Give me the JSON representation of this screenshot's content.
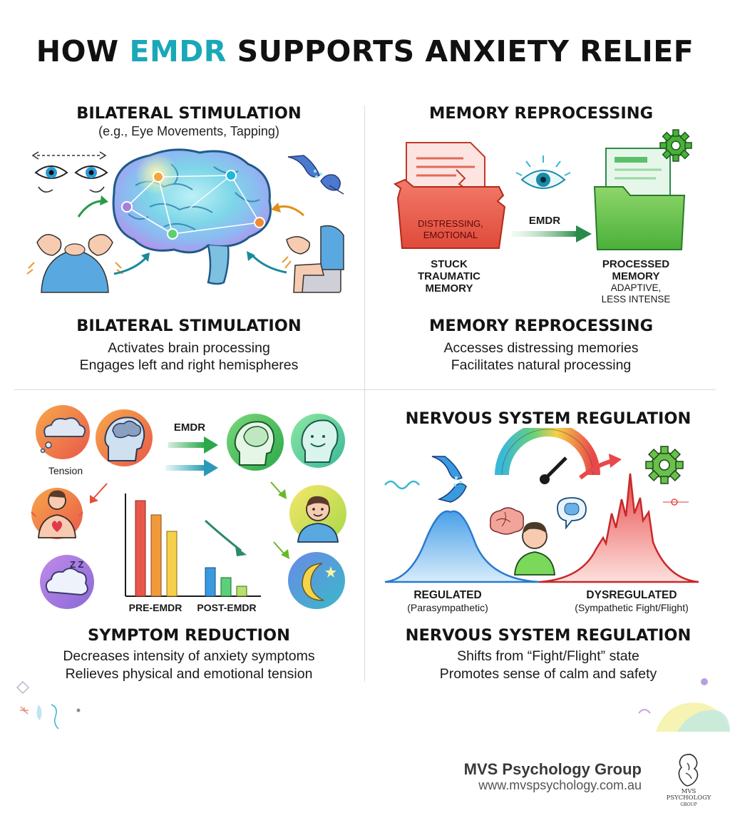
{
  "title": {
    "prefix": "HOW ",
    "accent": "EMDR",
    "suffix": " SUPPORTS ANXIETY RELIEF"
  },
  "colors": {
    "accent": "#1aa8b8",
    "regulated": "#3a8ed8",
    "dysregulated": "#e03a3a",
    "processed": "#55b23c"
  },
  "q1": {
    "heading": "BILATERAL STIMULATION",
    "subheading": "(e.g., Eye Movements, Tapping)",
    "heading2": "BILATERAL STIMULATION",
    "line1": "Activates brain processing",
    "line2": "Engages left and right hemispheres"
  },
  "q2": {
    "heading": "MEMORY REPROCESSING",
    "folder_text_1": "DISTRESSING,",
    "folder_text_2": "EMOTIONAL",
    "arrow_label": "EMDR",
    "stuck_1": "STUCK",
    "stuck_2": "TRAUMATIC",
    "stuck_3": "MEMORY",
    "processed_1": "PROCESSED",
    "processed_2": "MEMORY",
    "processed_3": "ADAPTIVE,",
    "processed_4": "LESS INTENSE",
    "heading2": "MEMORY REPROCESSING",
    "line1": "Accesses distressing memories",
    "line2": "Facilitates natural processing"
  },
  "q3": {
    "tension_label": "Tension",
    "arrow_label": "EMDR",
    "sleep_label": "Z Z",
    "pre_label": "PRE-EMDR",
    "post_label": "POST-EMDR",
    "heading": "SYMPTOM REDUCTION",
    "line1": "Decreases intensity of anxiety symptoms",
    "line2": "Relieves physical and emotional tension"
  },
  "q4": {
    "heading": "NERVOUS SYSTEM REGULATION",
    "regulated_label": "REGULATED",
    "regulated_sub": "(Parasympathetic)",
    "dysregulated_label": "DYSREGULATED",
    "dysregulated_sub": "(Sympathetic Fight/Flight)",
    "heading2": "NERVOUS SYSTEM REGULATION",
    "line1": "Shifts from “Fight/Flight” state",
    "line2": "Promotes sense of calm and safety"
  },
  "footer": {
    "name": "MVS Psychology Group",
    "url": "www.mvspsychology.com.au",
    "logo_line1": "MVS",
    "logo_line2": "PSYCHOLOGY",
    "logo_line3": "GROUP"
  }
}
